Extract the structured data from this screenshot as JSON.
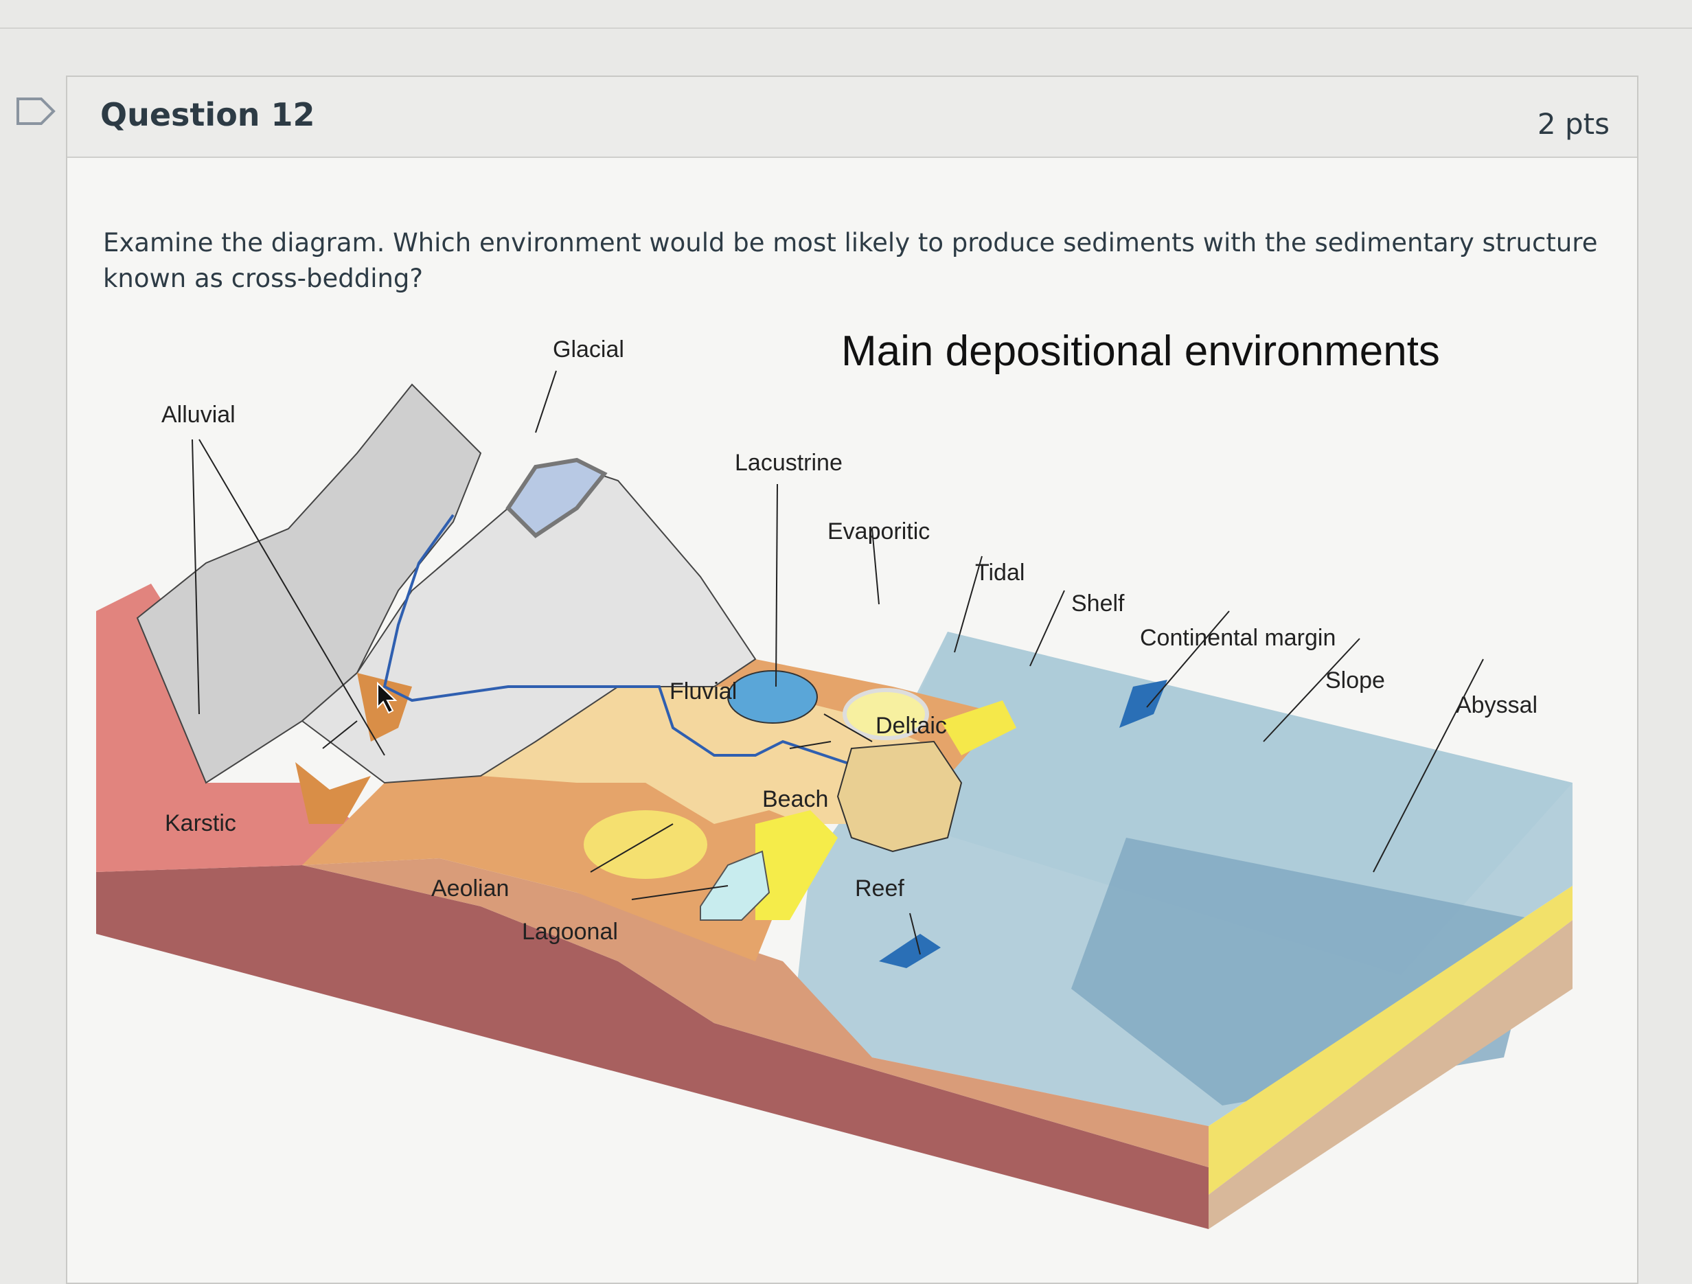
{
  "question": {
    "title": "Question 12",
    "points": "2 pts",
    "text": "Examine the diagram. Which environment would be most likely to produce sediments with the sedimentary structure known as cross-bedding?"
  },
  "diagram": {
    "title": "Main depositional environments",
    "labels": {
      "glacial": "Glacial",
      "alluvial": "Alluvial",
      "lacustrine": "Lacustrine",
      "evaporitic": "Evaporitic",
      "tidal": "Tidal",
      "shelf": "Shelf",
      "continental_margin": "Continental margin",
      "slope": "Slope",
      "abyssal": "Abyssal",
      "fluvial": "Fluvial",
      "deltaic": "Deltaic",
      "beach": "Beach",
      "karstic": "Karstic",
      "aeolian": "Aeolian",
      "lagoonal": "Lagoonal",
      "reef": "Reef"
    }
  },
  "icons": {
    "flag": "flag-outline-icon",
    "cursor": "mouse-pointer-icon"
  }
}
